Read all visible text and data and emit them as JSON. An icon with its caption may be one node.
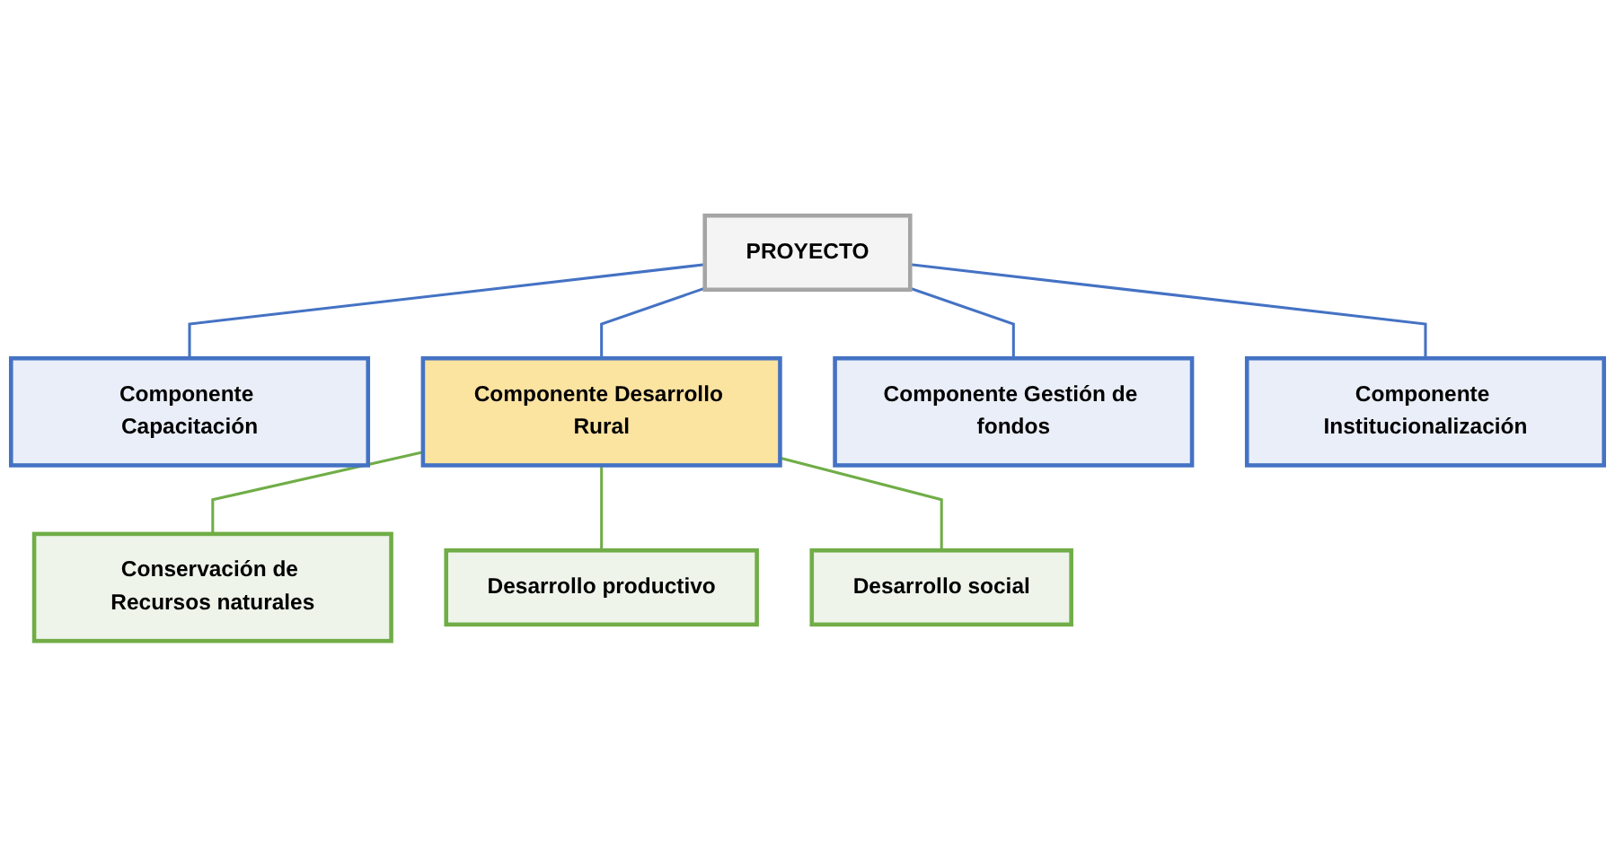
{
  "diagram": {
    "nodes": [
      {
        "text": [
          "PROYECTO"
        ]
      },
      {
        "text": [
          "Componente Capacitación"
        ]
      },
      {
        "text": [
          "Componente Desarrollo Rural"
        ]
      },
      {
        "text": [
          "Componente Gestión de fondos"
        ]
      },
      {
        "text": [
          "Componente Institucionalización"
        ]
      },
      {
        "text": [
          "Conservación de Recursos naturales"
        ]
      },
      {
        "text": [
          "Desarrollo productivo"
        ]
      },
      {
        "text": [
          "Desarrollo social"
        ]
      }
    ],
    "edges": [
      {
        "from": 0,
        "to": 1,
        "arrow": "none"
      },
      {
        "from": 0,
        "to": 2,
        "arrow": "none"
      },
      {
        "from": 0,
        "to": 3,
        "arrow": "none"
      },
      {
        "from": 0,
        "to": 4,
        "arrow": "none"
      },
      {
        "from": 2,
        "to": 5,
        "arrow": "none",
        "color": "#70ad47"
      },
      {
        "from": 2,
        "to": 6,
        "arrow": "none",
        "color": "#70ad47"
      },
      {
        "from": 2,
        "to": 7,
        "arrow": "none",
        "color": "#70ad47"
      }
    ]
  }
}
